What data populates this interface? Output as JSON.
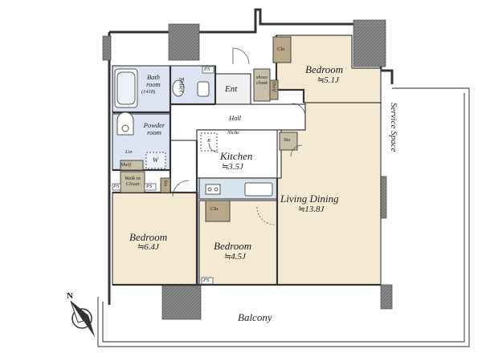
{
  "rooms": {
    "bedroom_ne": {
      "label": "Bedroom",
      "area": "≒5.1J"
    },
    "bedroom_w": {
      "label": "Bedroom",
      "area": "≒6.4J"
    },
    "bedroom_c": {
      "label": "Bedroom",
      "area": "≒4.5J"
    },
    "kitchen": {
      "label": "Kitchen",
      "area": "≒3.5J"
    },
    "living": {
      "label": "Living Dining",
      "area": "≒13.8J"
    },
    "bath": {
      "label": "Bath room",
      "area": "(1418)"
    },
    "powder": {
      "label": "Powder room"
    },
    "toilet": {
      "label": "Toilet"
    },
    "entrance": {
      "label": "Ent"
    },
    "hall": {
      "label": "Hall"
    },
    "shoes": {
      "label": "shoes cloak"
    },
    "walkin": {
      "label": "Walk in Closet"
    },
    "balcony": {
      "label": "Balcony"
    },
    "service": {
      "label": "Service Space"
    }
  },
  "fixtures": {
    "clo_ne": "Clo",
    "clo_c": "Clo",
    "sto": "Sto",
    "shelf_1": "Shelf",
    "shelf_2": "Shelf",
    "lin": "Lin",
    "w": "W",
    "r": "R",
    "niche": "Niche",
    "ps_1": "PS",
    "ps_2": "PS",
    "ps_3": "PS",
    "ps_4": "PS",
    "sto_small": "Sto"
  },
  "compass": {
    "north": "N"
  }
}
